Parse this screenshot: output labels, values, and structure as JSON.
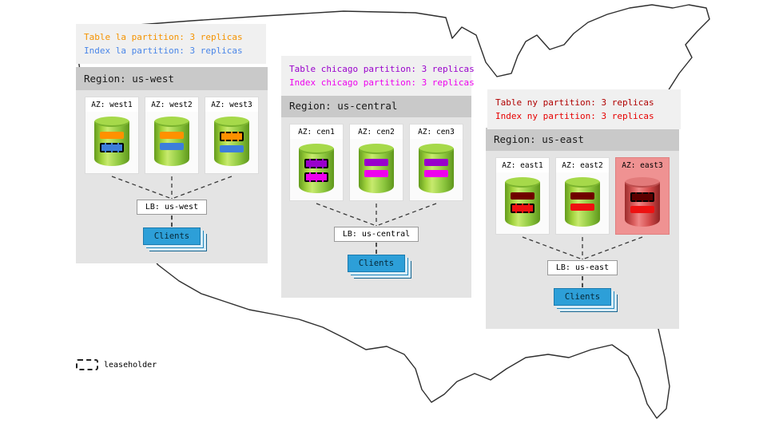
{
  "legend": {
    "label": "leaseholder"
  },
  "regions": [
    {
      "name": "us-west",
      "title": "Region: us-west",
      "annotation": [
        {
          "text": "Table la partition: 3 replicas",
          "color": "#f59300"
        },
        {
          "text": "Index la partition: 3 replicas",
          "color": "#4a86e8"
        }
      ],
      "azs": [
        {
          "label": "AZ: west1",
          "bars": [
            {
              "color": "#ff9100",
              "leaseholder": false
            },
            {
              "color": "#3d7edb",
              "leaseholder": true
            }
          ]
        },
        {
          "label": "AZ: west2",
          "bars": [
            {
              "color": "#ff9100",
              "leaseholder": false
            },
            {
              "color": "#3d7edb",
              "leaseholder": false
            }
          ]
        },
        {
          "label": "AZ: west3",
          "bars": [
            {
              "color": "#ff9100",
              "leaseholder": true
            },
            {
              "color": "#3d7edb",
              "leaseholder": false
            }
          ]
        }
      ],
      "lb_label": "LB: us-west",
      "clients_label": "Clients"
    },
    {
      "name": "us-central",
      "title": "Region: us-central",
      "annotation": [
        {
          "text": "Table chicago partition: 3 replicas",
          "color": "#9900cc"
        },
        {
          "text": "Index chicago partition: 3 replicas",
          "color": "#ee00ee"
        }
      ],
      "azs": [
        {
          "label": "AZ: cen1",
          "bars": [
            {
              "color": "#9900cc",
              "leaseholder": true
            },
            {
              "color": "#ee00ee",
              "leaseholder": true
            }
          ]
        },
        {
          "label": "AZ: cen2",
          "bars": [
            {
              "color": "#9900cc",
              "leaseholder": false
            },
            {
              "color": "#ee00ee",
              "leaseholder": false
            }
          ]
        },
        {
          "label": "AZ: cen3",
          "bars": [
            {
              "color": "#9900cc",
              "leaseholder": false
            },
            {
              "color": "#ee00ee",
              "leaseholder": false
            }
          ]
        }
      ],
      "lb_label": "LB: us-central",
      "clients_label": "Clients"
    },
    {
      "name": "us-east",
      "title": "Region: us-east",
      "annotation": [
        {
          "text": "Table ny partition: 3 replicas",
          "color": "#b00000"
        },
        {
          "text": "Index ny partition: 3 replicas",
          "color": "#e60000"
        }
      ],
      "azs": [
        {
          "label": "AZ: east1",
          "bars": [
            {
              "color": "#700000",
              "leaseholder": false
            },
            {
              "color": "#ee1111",
              "leaseholder": true
            }
          ]
        },
        {
          "label": "AZ: east2",
          "bars": [
            {
              "color": "#700000",
              "leaseholder": false
            },
            {
              "color": "#ee1111",
              "leaseholder": false
            }
          ]
        },
        {
          "label": "AZ: east3",
          "failed": true,
          "bars": [
            {
              "color": "#5c0000",
              "leaseholder": true
            },
            {
              "color": "#ee1111",
              "leaseholder": false
            }
          ]
        }
      ],
      "lb_label": "LB: us-east",
      "clients_label": "Clients"
    }
  ]
}
